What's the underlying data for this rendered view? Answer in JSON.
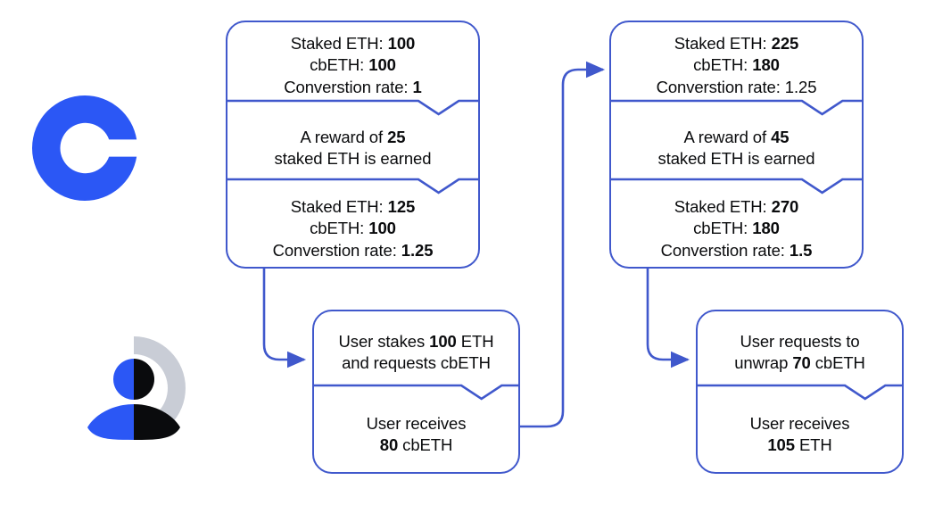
{
  "theme": {
    "line_blue": "#4058CC",
    "brand_blue": "#2B57F5",
    "avatar_gray": "#C9CDD6",
    "avatar_black": "#0A0B0D",
    "text_black": "#0A0B0D",
    "background": "#FFFFFF"
  },
  "logos": {
    "coinbase": "coinbase-logo",
    "user": "user-avatar-icon"
  },
  "cards": {
    "protocol_start": {
      "name": "protocol-state-card-1",
      "sections": [
        {
          "name": "initial-state",
          "lines": [
            [
              {
                "t": "Staked ETH: ",
                "b": false
              },
              {
                "t": "100",
                "b": true
              }
            ],
            [
              {
                "t": "cbETH: ",
                "b": false
              },
              {
                "t": "100",
                "b": true
              }
            ],
            [
              {
                "t": "Converstion rate: ",
                "b": false
              },
              {
                "t": "1",
                "b": true
              }
            ]
          ]
        },
        {
          "name": "reward-event",
          "lines": [
            [
              {
                "t": "A reward of ",
                "b": false
              },
              {
                "t": "25",
                "b": true
              }
            ],
            [
              {
                "t": "staked ETH is earned",
                "b": false
              }
            ]
          ]
        },
        {
          "name": "resulting-state",
          "lines": [
            [
              {
                "t": "Staked ETH: ",
                "b": false
              },
              {
                "t": "125",
                "b": true
              }
            ],
            [
              {
                "t": "cbETH: ",
                "b": false
              },
              {
                "t": "100",
                "b": true
              }
            ],
            [
              {
                "t": "Converstion rate: ",
                "b": false
              },
              {
                "t": "1.25",
                "b": true
              }
            ]
          ]
        }
      ]
    },
    "protocol_second": {
      "name": "protocol-state-card-2",
      "sections": [
        {
          "name": "initial-state",
          "lines": [
            [
              {
                "t": "Staked ETH: ",
                "b": false
              },
              {
                "t": "225",
                "b": true
              }
            ],
            [
              {
                "t": "cbETH: ",
                "b": false
              },
              {
                "t": "180",
                "b": true
              }
            ],
            [
              {
                "t": "Converstion rate: 1.25",
                "b": false
              }
            ]
          ]
        },
        {
          "name": "reward-event",
          "lines": [
            [
              {
                "t": "A reward of ",
                "b": false
              },
              {
                "t": "45",
                "b": true
              }
            ],
            [
              {
                "t": "staked ETH is earned",
                "b": false
              }
            ]
          ]
        },
        {
          "name": "resulting-state",
          "lines": [
            [
              {
                "t": "Staked ETH: ",
                "b": false
              },
              {
                "t": "270",
                "b": true
              }
            ],
            [
              {
                "t": "cbETH: ",
                "b": false
              },
              {
                "t": "180",
                "b": true
              }
            ],
            [
              {
                "t": "Converstion rate: ",
                "b": false
              },
              {
                "t": "1.5",
                "b": true
              }
            ]
          ]
        }
      ]
    },
    "user_stake": {
      "name": "user-stake-card",
      "sections": [
        {
          "name": "stake-request",
          "lines": [
            [
              {
                "t": "User stakes ",
                "b": false
              },
              {
                "t": "100",
                "b": true
              },
              {
                "t": " ETH",
                "b": false
              }
            ],
            [
              {
                "t": "and requests cbETH",
                "b": false
              }
            ]
          ]
        },
        {
          "name": "stake-result",
          "lines": [
            [
              {
                "t": "User receives",
                "b": false
              }
            ],
            [
              {
                "t": "80",
                "b": true
              },
              {
                "t": " cbETH",
                "b": false
              }
            ]
          ]
        }
      ]
    },
    "user_unwrap": {
      "name": "user-unwrap-card",
      "sections": [
        {
          "name": "unwrap-request",
          "lines": [
            [
              {
                "t": "User requests to",
                "b": false
              }
            ],
            [
              {
                "t": "unwrap ",
                "b": false
              },
              {
                "t": "70",
                "b": true
              },
              {
                "t": " cbETH",
                "b": false
              }
            ]
          ]
        },
        {
          "name": "unwrap-result",
          "lines": [
            [
              {
                "t": "User receives",
                "b": false
              }
            ],
            [
              {
                "t": "105",
                "b": true
              },
              {
                "t": " ETH",
                "b": false
              }
            ]
          ]
        }
      ]
    }
  },
  "connectors": [
    {
      "name": "connector-card1-to-stake",
      "from": "protocol-state-card-1",
      "to": "user-stake-card"
    },
    {
      "name": "connector-stake-to-card2",
      "from": "user-stake-card",
      "to": "protocol-state-card-2"
    },
    {
      "name": "connector-card2-to-unwrap",
      "from": "protocol-state-card-2",
      "to": "user-unwrap-card"
    }
  ]
}
